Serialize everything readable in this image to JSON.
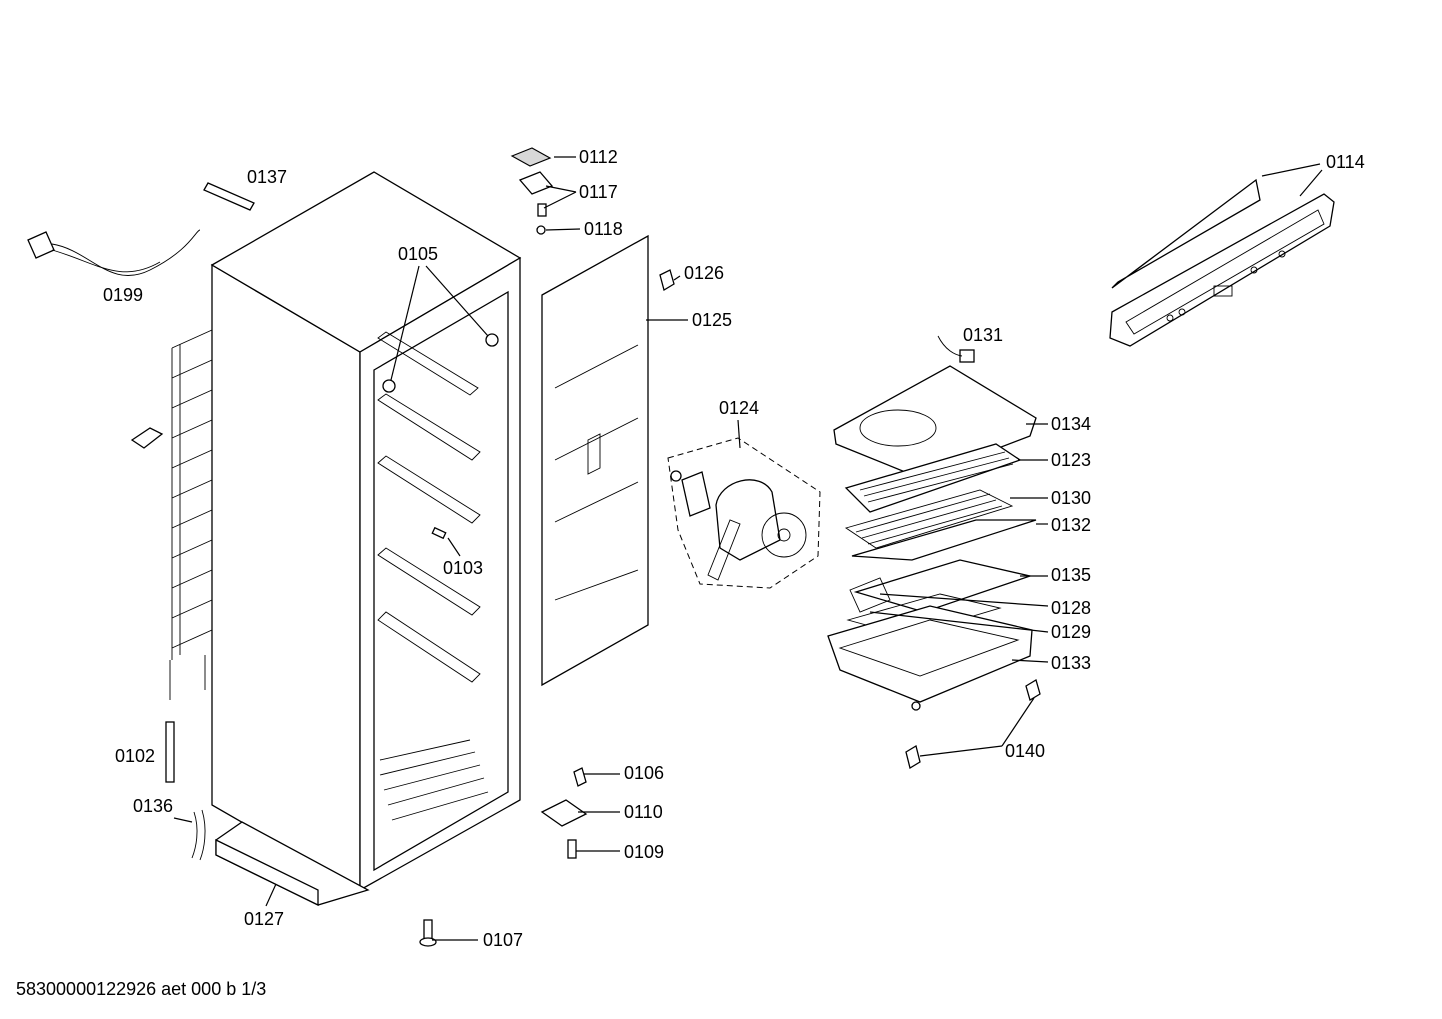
{
  "labels": {
    "p0137": "0137",
    "p0199": "0199",
    "p0105": "0105",
    "p0112": "0112",
    "p0117": "0117",
    "p0118": "0118",
    "p0126": "0126",
    "p0125": "0125",
    "p0114": "0114",
    "p0131": "0131",
    "p0124": "0124",
    "p0134": "0134",
    "p0123": "0123",
    "p0130": "0130",
    "p0132": "0132",
    "p0103": "0103",
    "p0135": "0135",
    "p0128": "0128",
    "p0129": "0129",
    "p0133": "0133",
    "p0140": "0140",
    "p0102": "0102",
    "p0106": "0106",
    "p0136": "0136",
    "p0110": "0110",
    "p0109": "0109",
    "p0127": "0127",
    "p0107": "0107"
  },
  "footer": "58300000122926 aet 000 b 1/3"
}
